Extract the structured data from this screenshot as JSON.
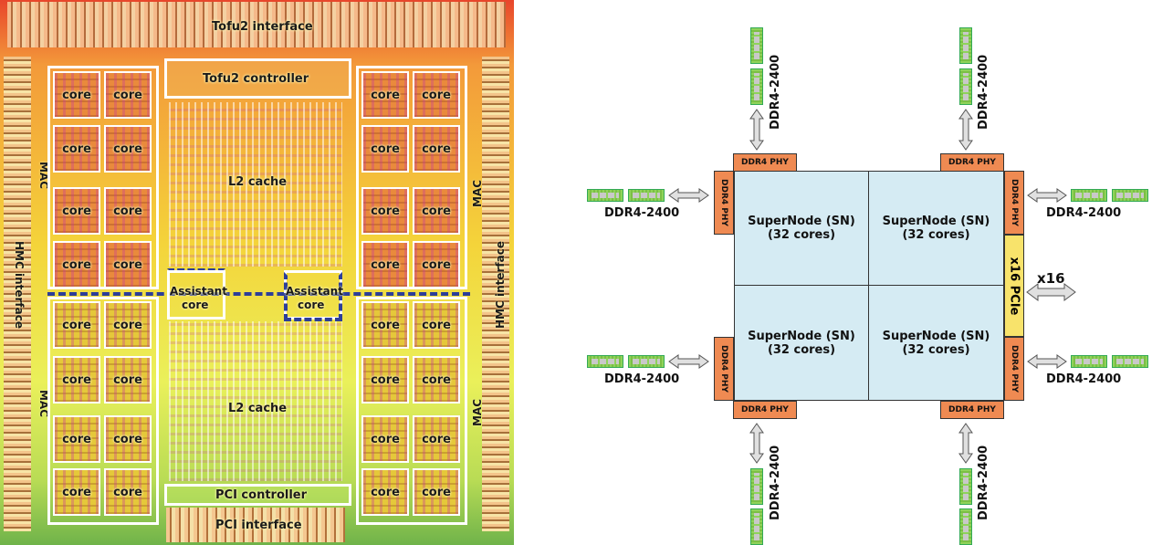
{
  "die_photo": {
    "tofu_interface": "Tofu2 interface",
    "tofu_controller": "Tofu2  controller",
    "l2_cache_upper": "L2 cache",
    "l2_cache_lower": "L2 cache",
    "pci_controller": "PCI controller",
    "pci_interface": "PCI interface",
    "core_label": "core",
    "assistant_core_left": [
      "Assistant",
      "core"
    ],
    "assistant_core_right": [
      "Assistant",
      "core"
    ],
    "mac_label": "MAC",
    "hmc_interface_label": "HMC interface"
  },
  "block_diagram": {
    "supernodes": [
      {
        "name": "SuperNode (SN)",
        "cores": "(32 cores)"
      },
      {
        "name": "SuperNode (SN)",
        "cores": "(32 cores)"
      },
      {
        "name": "SuperNode (SN)",
        "cores": "(32 cores)"
      },
      {
        "name": "SuperNode (SN)",
        "cores": "(32 cores)"
      }
    ],
    "phy_label": "DDR4 PHY",
    "memory_label": "DDR4-2400",
    "pcie_label": "x16 PCIe",
    "pcie_width": "x16"
  },
  "colors": {
    "supernode_fill": "#d5ebf3",
    "phy_fill": "#ef8a52",
    "pcie_fill": "#f8e36b",
    "dimm_green": "#8fd35a",
    "dashed_blue": "#2c3e99"
  }
}
